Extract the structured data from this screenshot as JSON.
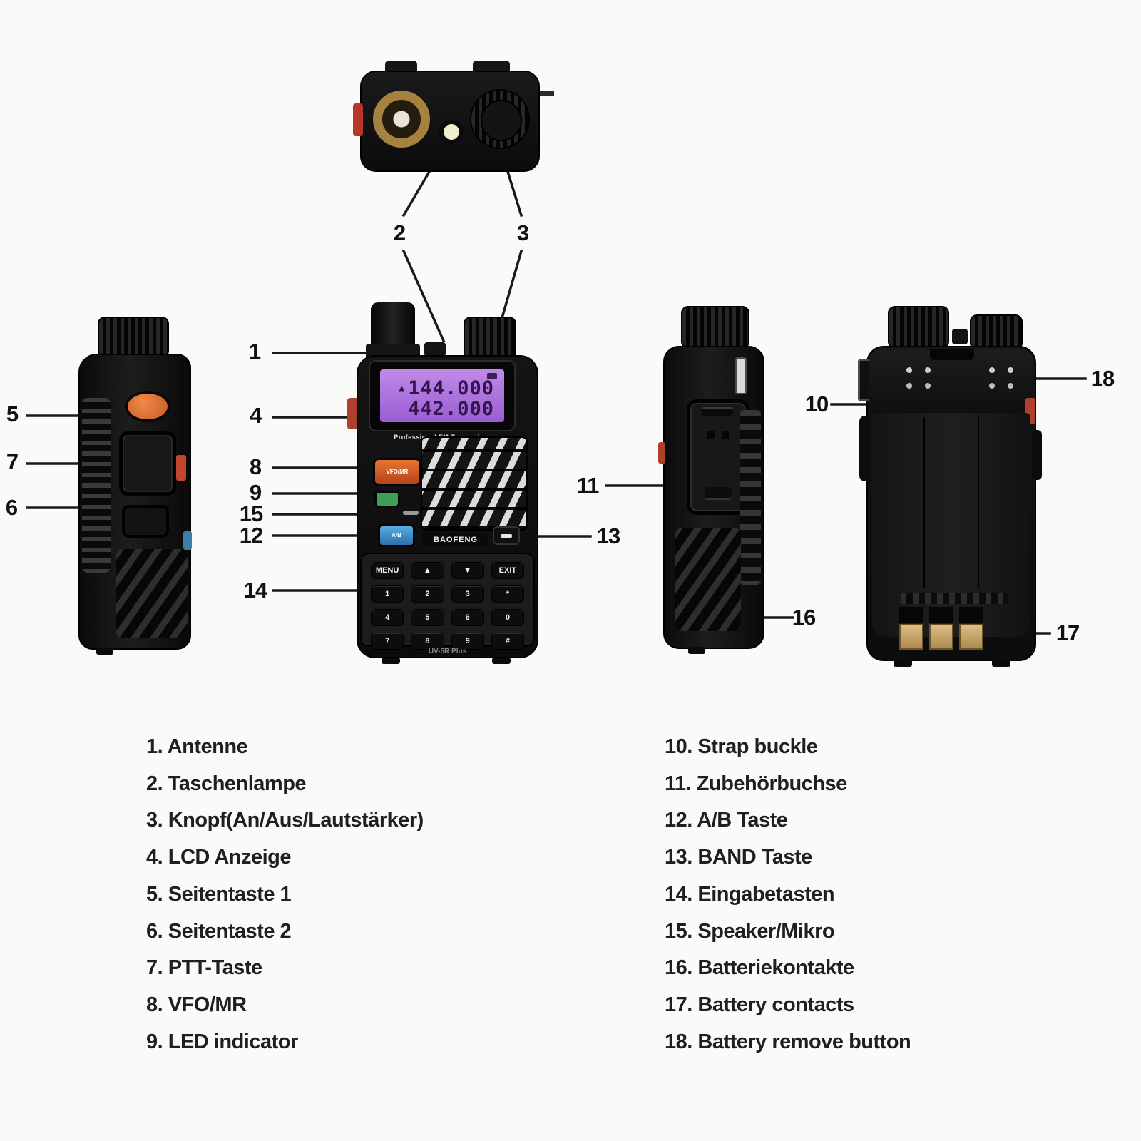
{
  "callouts": {
    "n1": "1",
    "n2": "2",
    "n3": "3",
    "n4": "4",
    "n5": "5",
    "n6": "6",
    "n7": "7",
    "n8": "8",
    "n9": "9",
    "n10": "10",
    "n11": "11",
    "n12": "12",
    "n13": "13",
    "n14": "14",
    "n15": "15",
    "n16": "16",
    "n17": "17",
    "n18": "18"
  },
  "front": {
    "display": {
      "indicator": "▲",
      "freq_a": "144.000",
      "freq_b": "442.000",
      "subtitle": "Professional FM Transceiver"
    },
    "brand": "BAOFENG",
    "model": "UV-5R Plus",
    "buttons": {
      "vfo_mr": "VFO/MR",
      "ab": "A/B"
    },
    "keypad": [
      [
        "MENU",
        "▲",
        "▼",
        "EXIT"
      ],
      [
        "1",
        "2",
        "3",
        "*"
      ],
      [
        "4",
        "5",
        "6",
        "0"
      ],
      [
        "7",
        "8",
        "9",
        "#"
      ]
    ]
  },
  "legend": {
    "left": [
      "1. Antenne",
      "2. Taschenlampe",
      "3. Knopf(An/Aus/Lautstärker)",
      "4. LCD Anzeige",
      "5. Seitentaste 1",
      "6. Seitentaste 2",
      "7. PTT-Taste",
      "8. VFO/MR",
      "9. LED indicator"
    ],
    "right": [
      "10. Strap buckle",
      "11. Zubehörbuchse",
      "12. A/B Taste",
      "13. BAND Taste",
      "14. Eingabetasten",
      "15. Speaker/Mikro",
      "16. Batteriekontakte",
      "17. Battery contacts",
      "18. Battery remove button"
    ]
  },
  "colors": {
    "lcd": "#ab72db",
    "orange_key": "#d9662c",
    "green_key": "#3f9e57",
    "blue_key": "#3e8fc9",
    "gold_contact": "#c9a55e",
    "red_accent": "#b8352a",
    "leader_line": "#1a1a1a",
    "background": "#fafaf8"
  }
}
